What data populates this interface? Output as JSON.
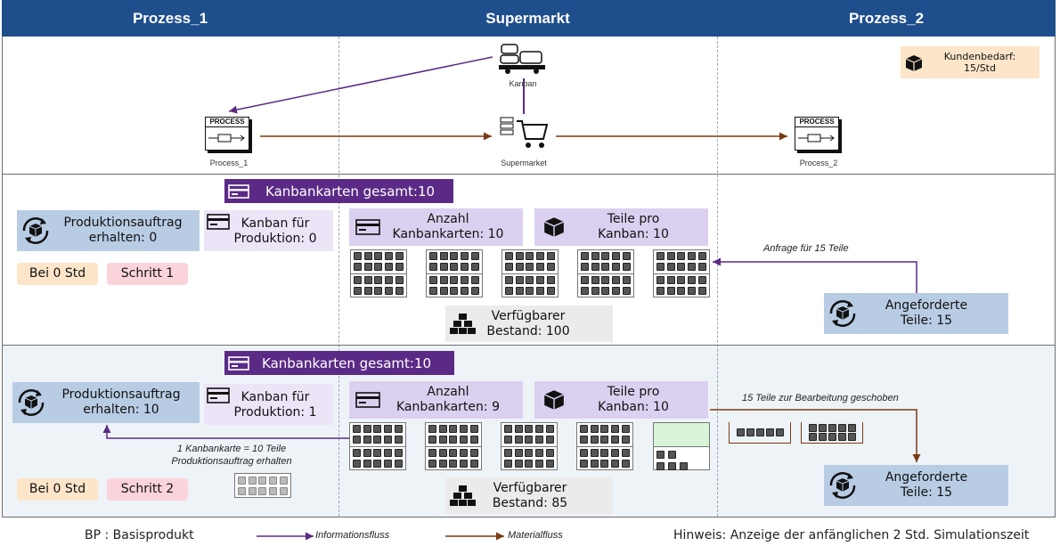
{
  "headers": [
    "Prozess_1",
    "Supermarkt",
    "Prozess_2"
  ],
  "top": {
    "kanban_label": "Kanban",
    "process1_box": "PROCESS",
    "process1_label": "Process_1",
    "supermarket_label": "Supermarket",
    "process2_box": "PROCESS",
    "process2_label": "Process_2",
    "demand": {
      "line1": "Kundenbedarf:",
      "line2": "15/Std"
    }
  },
  "step1": {
    "kanban_total": "Kanbankarten gesamt:10",
    "order": {
      "line1": "Produktionsauftrag",
      "line2": "erhalten: 0"
    },
    "kanban_prod": {
      "line1": "Kanban für",
      "line2": "Produktion: 0"
    },
    "time": "Bei 0 Std",
    "step": "Schritt 1",
    "count": {
      "line1": "Anzahl",
      "line2": "Kanbankarten: 10"
    },
    "parts": {
      "line1": "Teile pro",
      "line2": "Kanban: 10"
    },
    "stock": {
      "line1": "Verfügbarer",
      "line2": "Bestand: 100"
    },
    "request_note": "Anfrage für 15 Teile",
    "requested": {
      "line1": "Angeforderte",
      "line2": "Teile: 15"
    }
  },
  "step2": {
    "kanban_total": "Kanbankarten gesamt:10",
    "order": {
      "line1": "Produktionsauftrag",
      "line2": "erhalten: 10"
    },
    "kanban_prod": {
      "line1": "Kanban für",
      "line2": "Produktion: 1"
    },
    "time": "Bei 0 Std",
    "step": "Schritt 2",
    "count": {
      "line1": "Anzahl",
      "line2": "Kanbankarten: 9"
    },
    "parts": {
      "line1": "Teile pro",
      "line2": "Kanban: 10"
    },
    "stock": {
      "line1": "Verfügbarer",
      "line2": "Bestand: 85"
    },
    "push_note": "15 Teile zur Bearbeitung geschoben",
    "order_note": {
      "line1": "1 Kanbankarte = 10 Teile",
      "line2": "Produktionsauftrag erhalten"
    },
    "requested": {
      "line1": "Angeforderte",
      "line2": "Teile: 15"
    }
  },
  "legend": {
    "bp": "BP : Basisprodukt",
    "info": "Informationsfluss",
    "material": "Materialfluss",
    "hint": "Hinweis: Anzeige der anfänglichen 2 Std. Simulationszeit"
  },
  "colors": {
    "header": "#1f4e8c",
    "banner": "#5b2a86",
    "info_flow": "#5b2a86",
    "material_flow": "#7a3a12"
  },
  "icons": [
    "truck-icon",
    "cart-icon",
    "process-icon",
    "box-icon",
    "cycle-icon",
    "card-icon",
    "stack-icon"
  ]
}
